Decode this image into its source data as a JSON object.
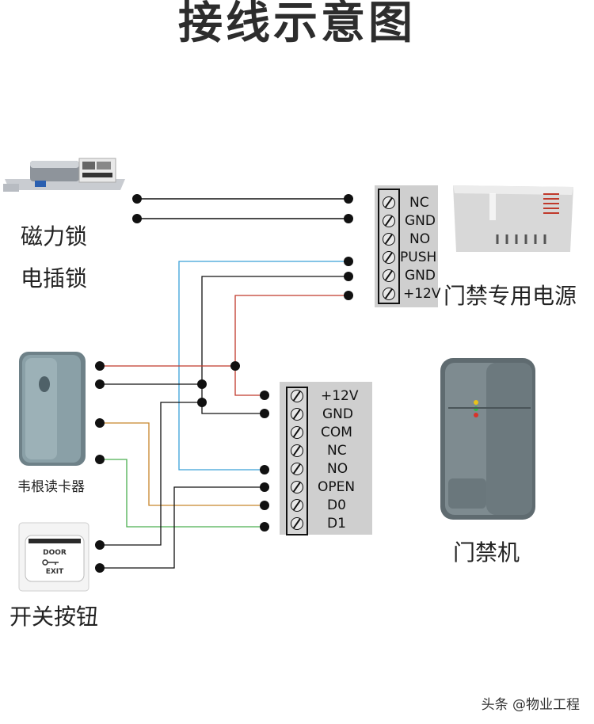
{
  "title": "接线示意图",
  "devices": {
    "magnetic_lock": "磁力锁",
    "electric_bolt": "电插锁",
    "reader": "韦根读卡器",
    "exit_button": "开关按钮",
    "power_supply": "门禁专用电源",
    "controller": "门禁机"
  },
  "exit_button_face": {
    "top": "DOOR",
    "bottom": "EXIT"
  },
  "power_terminals": [
    "NC",
    "GND",
    "NO",
    "PUSH",
    "GND",
    "+12V"
  ],
  "controller_terminals": [
    "+12V",
    "GND",
    "COM",
    "NC",
    "NO",
    "OPEN",
    "D0",
    "D1"
  ],
  "watermark": "头条 @物业工程",
  "colors": {
    "red": "#c0392b",
    "blue": "#3aa0d8",
    "orange": "#c8862c",
    "green": "#4caf50",
    "black": "#111111"
  }
}
